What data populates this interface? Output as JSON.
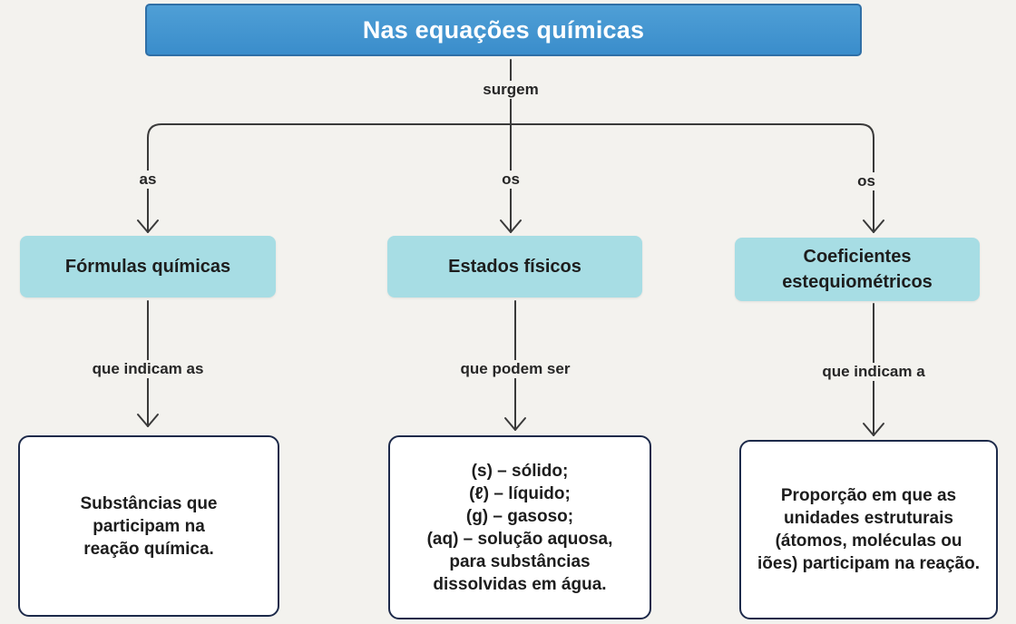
{
  "title": "Nas equações químicas",
  "link_main": "surgem",
  "branches": [
    {
      "link_top": "as",
      "concept": [
        "Fórmulas químicas"
      ],
      "link_bottom": "que indicam as",
      "leaf": [
        "Substâncias que",
        "participam na",
        "reação química."
      ]
    },
    {
      "link_top": "os",
      "concept": [
        "Estados físicos"
      ],
      "link_bottom": "que podem ser",
      "leaf": [
        "(s) – sólido;",
        "(ℓ) – líquido;",
        "(g) – gasoso;",
        "(aq) – solução aquosa,",
        "para substâncias",
        "dissolvidas em água."
      ]
    },
    {
      "link_top": "os",
      "concept": [
        "Coeficientes",
        "estequiométricos"
      ],
      "link_bottom": "que indicam a",
      "leaf": [
        "Proporção em que as",
        "unidades estruturais",
        "(átomos, moléculas ou",
        "iões) participam na reação."
      ]
    }
  ],
  "colors": {
    "title_fill": "#3a8dcb",
    "concept_fill": "#a7dde4",
    "leaf_border": "#1d2a4a",
    "connector": "#3a3a3a"
  }
}
